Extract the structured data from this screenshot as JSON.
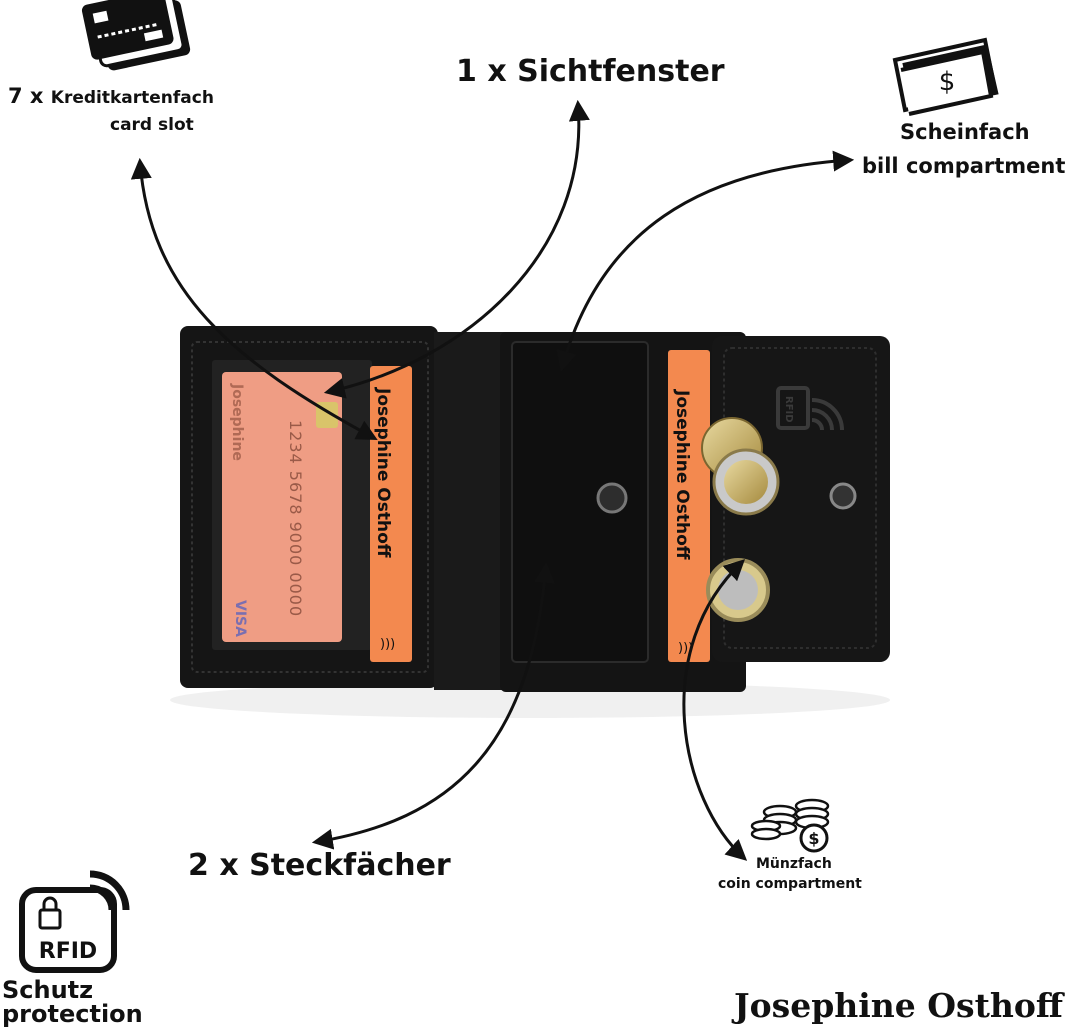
{
  "labels": {
    "card_slot_count": "7 x",
    "card_slot_de": "Kreditkartenfach",
    "card_slot_en": "card slot",
    "window": "1 x  Sichtfenster",
    "bill_de": "Scheinfach",
    "bill_en": "bill compartment",
    "slots": "2 x  Steckfächer",
    "coin_de": "Münzfach",
    "coin_en": "coin compartment",
    "rfid_de": "Schutz",
    "rfid_en": "protection",
    "brand": "Josephine Osthoff"
  },
  "product": {
    "insert_brand": "Josephine Osthoff",
    "card_preview_name": "Josephine",
    "card_preview_number": "1234  5678  9000  0000",
    "card_network": "VISA",
    "rfid_badge": "RFID",
    "rfid_emboss": "RFID"
  },
  "icons": [
    "credit-cards-icon",
    "banknote-icon",
    "coins-icon",
    "rfid-lock-icon"
  ],
  "colors": {
    "leather": "#151515",
    "insert": "#f3894f",
    "card": "#ef9d84"
  }
}
